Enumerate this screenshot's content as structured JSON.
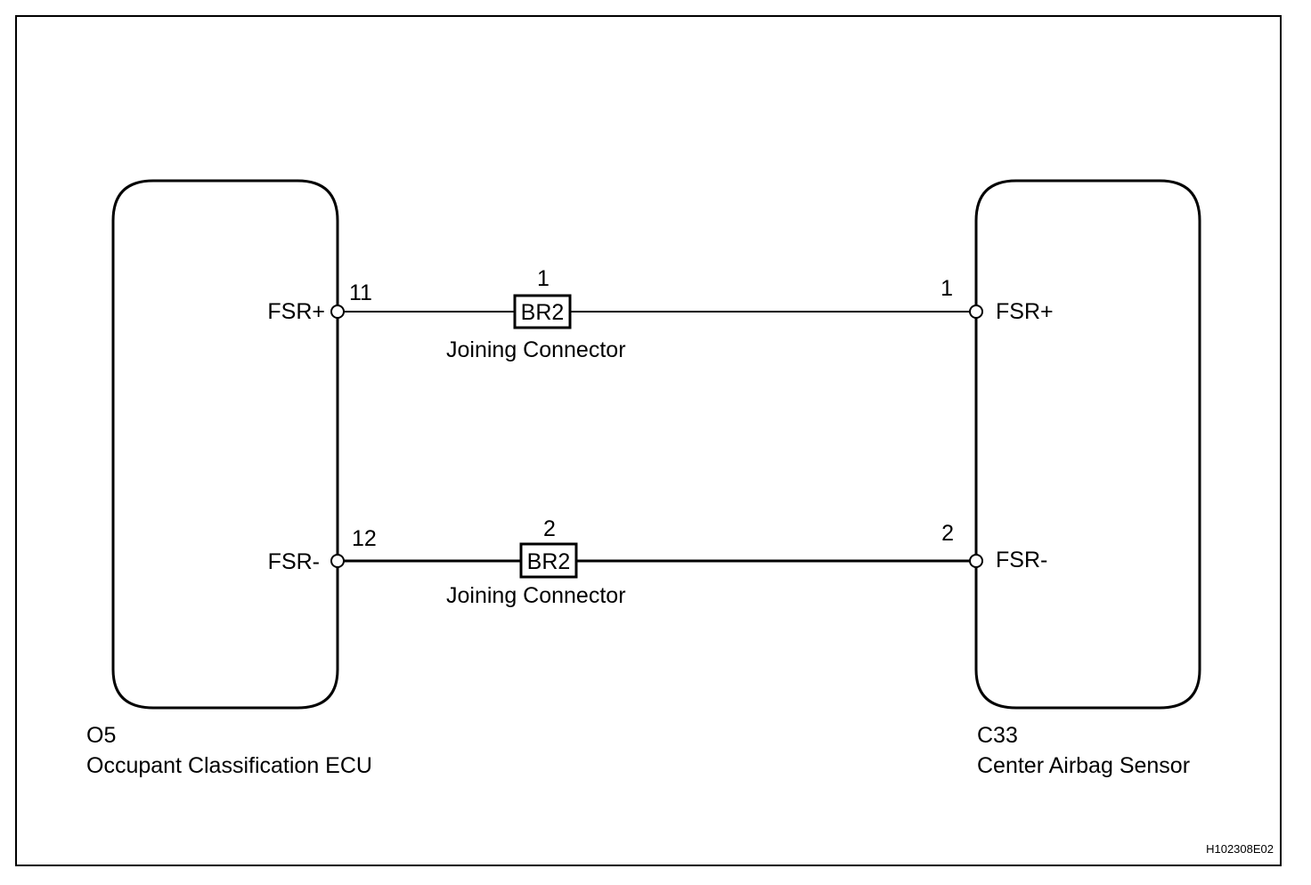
{
  "figure_code": "H102308E02",
  "left_component": {
    "code": "O5",
    "name": "Occupant Classification ECU"
  },
  "right_component": {
    "code": "C33",
    "name": "Center Airbag Sensor"
  },
  "circuits": [
    {
      "signal": "FSR+",
      "left_terminal": "11",
      "right_terminal": "1",
      "joint_pin": "1",
      "joint_code": "BR2",
      "joint_name": "Joining Connector"
    },
    {
      "signal": "FSR-",
      "left_terminal": "12",
      "right_terminal": "2",
      "joint_pin": "2",
      "joint_code": "BR2",
      "joint_name": "Joining Connector"
    }
  ]
}
